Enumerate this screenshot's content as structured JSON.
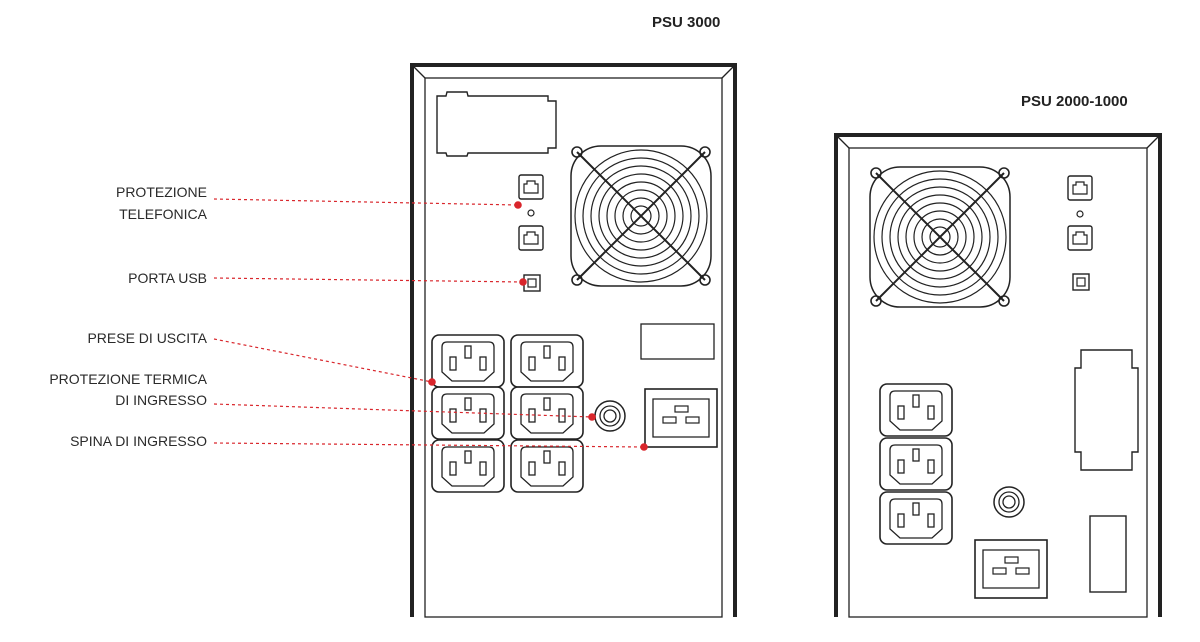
{
  "titles": {
    "left": "PSU 3000",
    "right": "PSU 2000-1000"
  },
  "callouts": [
    {
      "lines": [
        "PROTEZIONE",
        "TELEFONICA"
      ]
    },
    {
      "lines": [
        "PORTA USB"
      ]
    },
    {
      "lines": [
        "PRESE DI USCITA"
      ]
    },
    {
      "lines": [
        "PROTEZIONE TERMICA",
        "DI INGRESSO"
      ]
    },
    {
      "lines": [
        "SPINA DI INGRESSO"
      ]
    }
  ],
  "colors": {
    "leader": "#d9262c",
    "outline": "#222222"
  }
}
